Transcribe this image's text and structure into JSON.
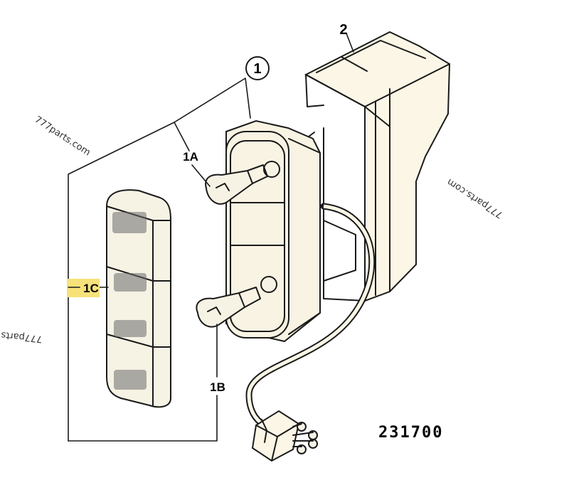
{
  "labels": {
    "part_1": "1",
    "part_1a": "1A",
    "part_1b": "1B",
    "part_1c": "1C",
    "part_2": "2"
  },
  "drawing_number": "231700",
  "watermarks": [
    "777parts.com",
    "777parts.com",
    "777parts"
  ],
  "colors": {
    "highlight": "#f7e27a",
    "line": "#1a1a1a",
    "paper": "#fbf6e6"
  }
}
